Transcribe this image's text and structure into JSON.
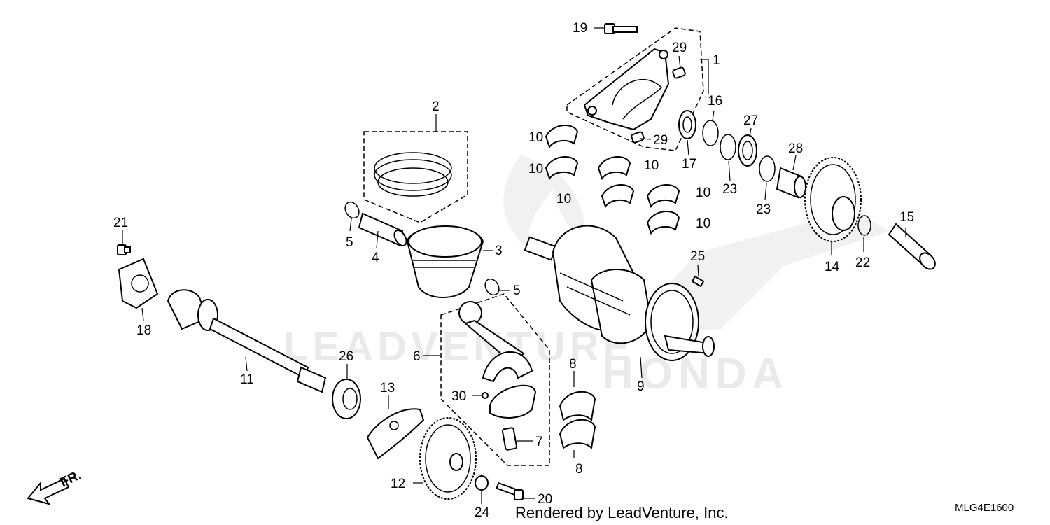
{
  "callouts": {
    "c1": "1",
    "c2": "2",
    "c3": "3",
    "c4": "4",
    "c5a": "5",
    "c5b": "5",
    "c6": "6",
    "c7": "7",
    "c8a": "8",
    "c8b": "8",
    "c9": "9",
    "c10a": "10",
    "c10b": "10",
    "c10c": "10",
    "c10d": "10",
    "c10e": "10",
    "c10f": "10",
    "c11": "11",
    "c12": "12",
    "c13": "13",
    "c14": "14",
    "c15": "15",
    "c16": "16",
    "c17": "17",
    "c18": "18",
    "c19": "19",
    "c20": "20",
    "c21": "21",
    "c22": "22",
    "c23a": "23",
    "c23b": "23",
    "c24": "24",
    "c25": "25",
    "c26": "26",
    "c27": "27",
    "c28": "28",
    "c29a": "29",
    "c29b": "29",
    "c30": "30"
  },
  "front_arrow_label": "FR.",
  "credit": "Rendered by LeadVenture, Inc.",
  "diagram_code": "MLG4E1600",
  "watermark": {
    "left": "LEADVENTURE",
    "right": "HONDA"
  }
}
